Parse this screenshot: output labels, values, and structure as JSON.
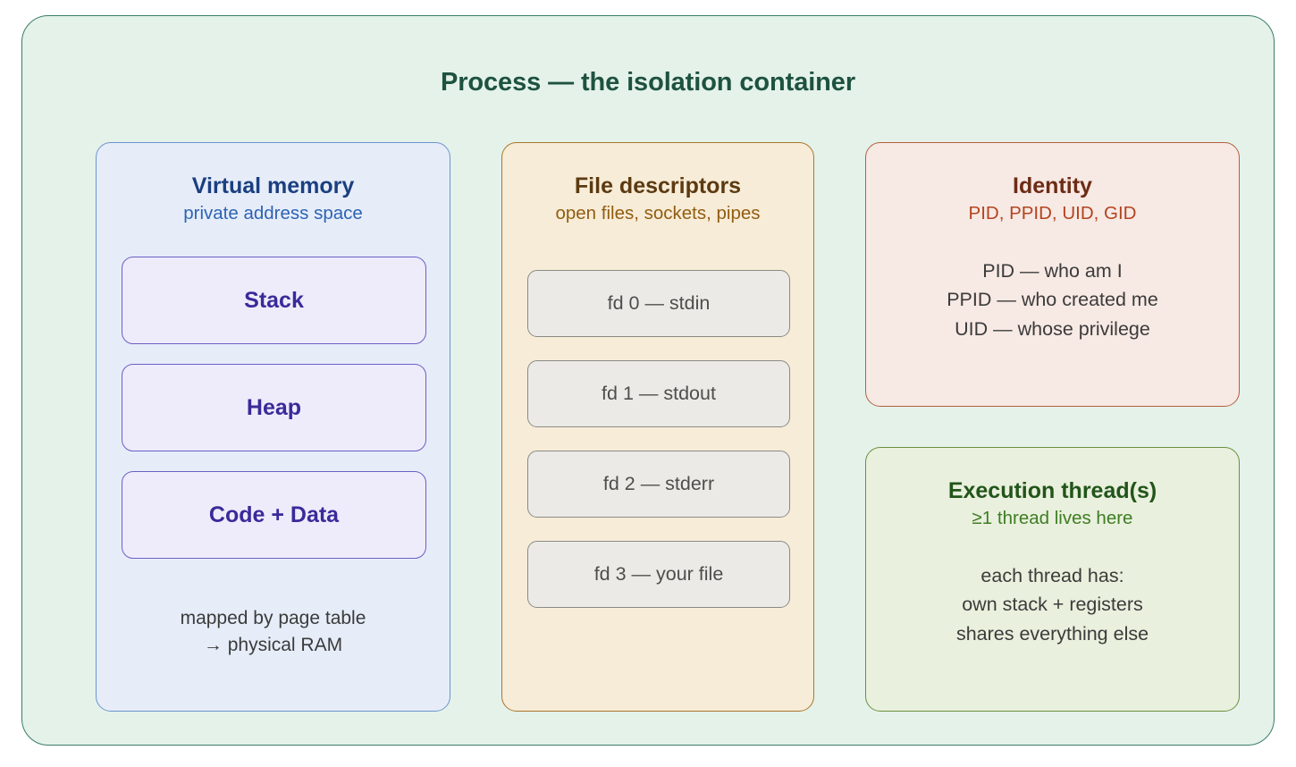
{
  "diagram": {
    "title": "Process — the isolation container",
    "container_color": "#e4f2ea",
    "container_border": "#3c7d6a",
    "title_color": "#1e5240"
  },
  "memory": {
    "title": "Virtual memory",
    "subtitle": "private address space",
    "title_color": "#1b3f80",
    "subtitle_color": "#2e63b4",
    "card_color": "#e6edf9",
    "card_border": "#6d94cd",
    "boxes": [
      {
        "label": "Stack"
      },
      {
        "label": "Heap"
      },
      {
        "label": "Code + Data"
      }
    ],
    "box_color": "#eeecfa",
    "box_border": "#6b5fc4",
    "box_text_color": "#3a2a9a",
    "footer_lines": [
      "mapped by page table",
      "→ physical RAM"
    ]
  },
  "file_descriptors": {
    "title": "File descriptors",
    "subtitle": "open files, sockets, pipes",
    "title_color": "#5c3a11",
    "subtitle_color": "#925d12",
    "card_color": "#f7ecd7",
    "card_border": "#a9762a",
    "boxes": [
      {
        "label": "fd 0 — stdin"
      },
      {
        "label": "fd 1 — stdout"
      },
      {
        "label": "fd 2 — stderr"
      },
      {
        "label": "fd 3 — your file"
      }
    ],
    "box_color": "#eceae6",
    "box_border": "#8a8a85",
    "box_text_color": "#4e4e4c"
  },
  "identity": {
    "title": "Identity",
    "subtitle": "PID, PPID, UID, GID",
    "title_color": "#6d2b15",
    "subtitle_color": "#b3441f",
    "card_color": "#f7e9e4",
    "card_border": "#b4603f",
    "lines": [
      "PID — who am I",
      "PPID — who created me",
      "UID — whose privilege"
    ]
  },
  "threads": {
    "title": "Execution thread(s)",
    "subtitle": "≥1 thread lives here",
    "title_color": "#22551a",
    "subtitle_color": "#3f7d24",
    "card_color": "#e9f0dd",
    "card_border": "#6d9040",
    "lines": [
      "each thread has:",
      "own stack + registers",
      "shares everything else"
    ]
  }
}
